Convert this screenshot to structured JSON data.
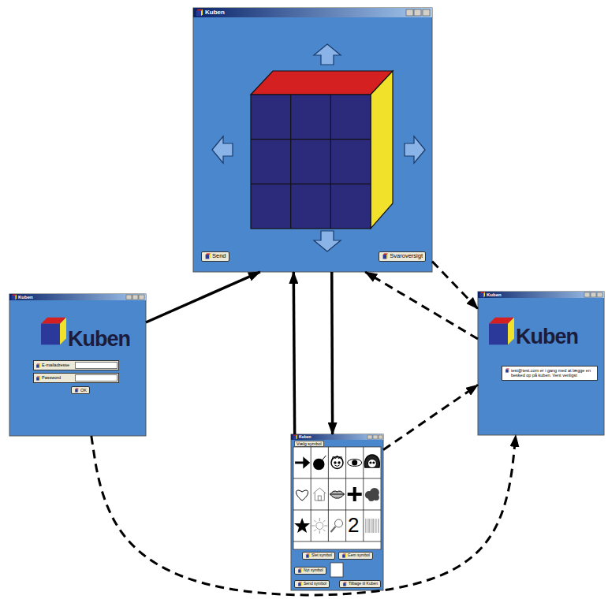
{
  "diagram": {
    "nodes": [
      {
        "text": [
          "Kuben"
        ]
      },
      {
        "text": [
          "Send"
        ],
        "in": 0
      },
      {
        "text": [
          "Svaroversigt"
        ],
        "in": 0
      },
      {
        "text": [
          "Kuben",
          "Kuben"
        ]
      },
      {
        "text": [
          "E-mailadresse"
        ],
        "in": 3
      },
      {
        "text": [
          "Password"
        ],
        "in": 3
      },
      {
        "text": [
          "OK"
        ],
        "in": 3
      },
      {
        "text": [
          "Kuben",
          "Kuben"
        ]
      },
      {
        "text": [
          "test@test.com er i gang med at lægge en besked op på kuben. Vent venligst"
        ],
        "in": 7
      },
      {
        "text": [
          "Kuben",
          "Vælg symbol"
        ]
      },
      {
        "text": [
          "Slet symbol"
        ],
        "in": 9
      },
      {
        "text": [
          "Gem symbol"
        ],
        "in": 9
      },
      {
        "text": [
          "Nyt symbol"
        ],
        "in": 9
      },
      {
        "text": [
          "Send symbol"
        ],
        "in": 9
      },
      {
        "text": [
          "Tilbage til Kuben"
        ],
        "in": 9
      }
    ],
    "edges": [
      {
        "from": 3,
        "to": 0,
        "arrow": "to"
      },
      {
        "from": 0,
        "to": 9,
        "arrow": "to"
      },
      {
        "from": 9,
        "to": 0,
        "arrow": "to"
      },
      {
        "from": 0,
        "to": 7,
        "arrow": "to"
      },
      {
        "from": 7,
        "to": 0,
        "arrow": "to"
      },
      {
        "from": 9,
        "to": 7,
        "arrow": "to"
      },
      {
        "from": 3,
        "to": 7,
        "arrow": "to"
      }
    ],
    "labels": [
      "2"
    ]
  }
}
